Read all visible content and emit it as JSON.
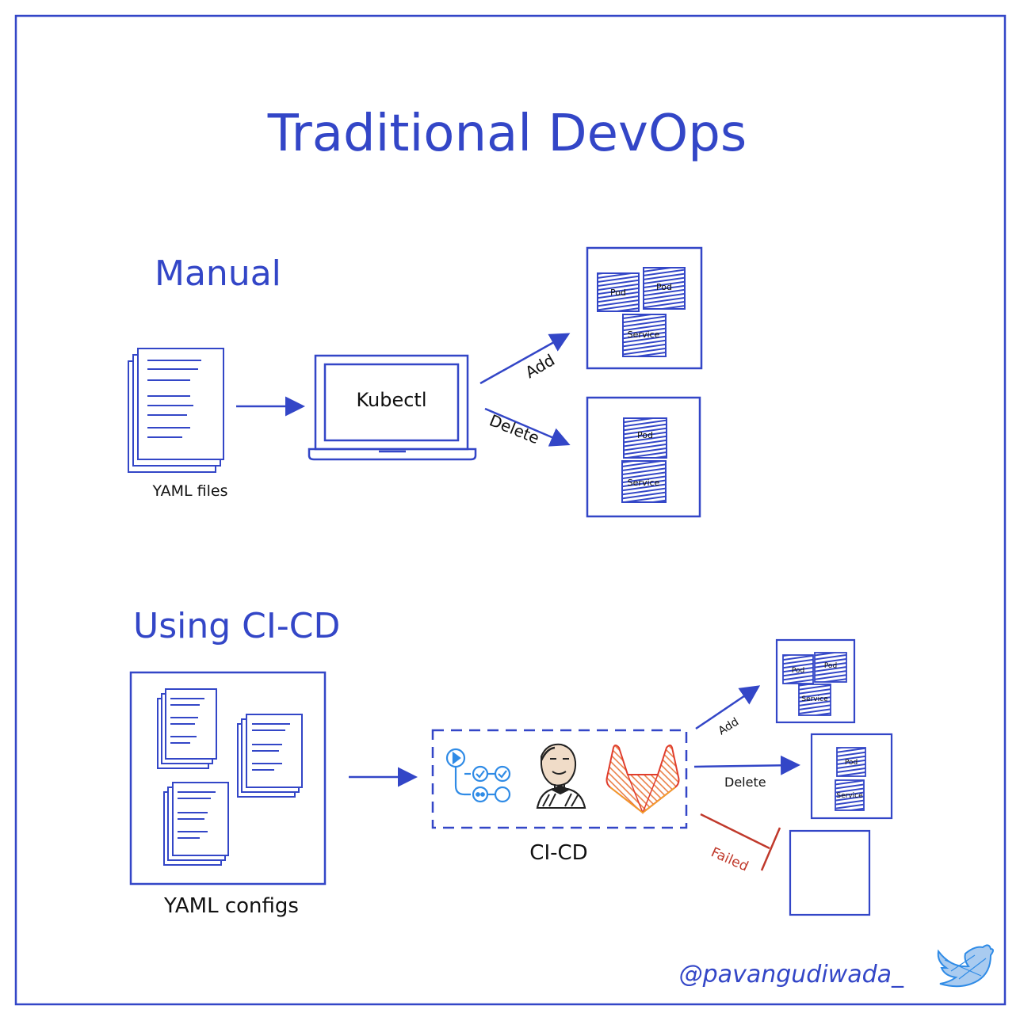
{
  "title": "Traditional DevOps",
  "manual": {
    "heading": "Manual",
    "yaml_label": "YAML files",
    "laptop_label": "Kubectl",
    "add_label": "Add",
    "delete_label": "Delete",
    "add_box": {
      "pods": [
        "Pod",
        "Pod"
      ],
      "service": "Service"
    },
    "delete_box": {
      "pod": "Pod",
      "service": "Service"
    }
  },
  "cicd": {
    "heading": "Using CI-CD",
    "configs_label": "YAML configs",
    "pipeline_label": "CI-CD",
    "add_label": "Add",
    "delete_label": "Delete",
    "failed_label": "Failed",
    "add_box": {
      "pods": [
        "Pod",
        "Pod"
      ],
      "service": "Service"
    },
    "delete_box": {
      "pod": "Pod",
      "service": "Service"
    }
  },
  "handle": "@pavangudiwada_",
  "colors": {
    "accent": "#3346c7",
    "failed": "#c0392b",
    "gitlab_orange": "#e8763a",
    "actions_blue": "#2f8be6"
  },
  "icons": [
    "github-actions-icon",
    "jenkins-icon",
    "gitlab-icon",
    "twitter-bird-icon"
  ]
}
